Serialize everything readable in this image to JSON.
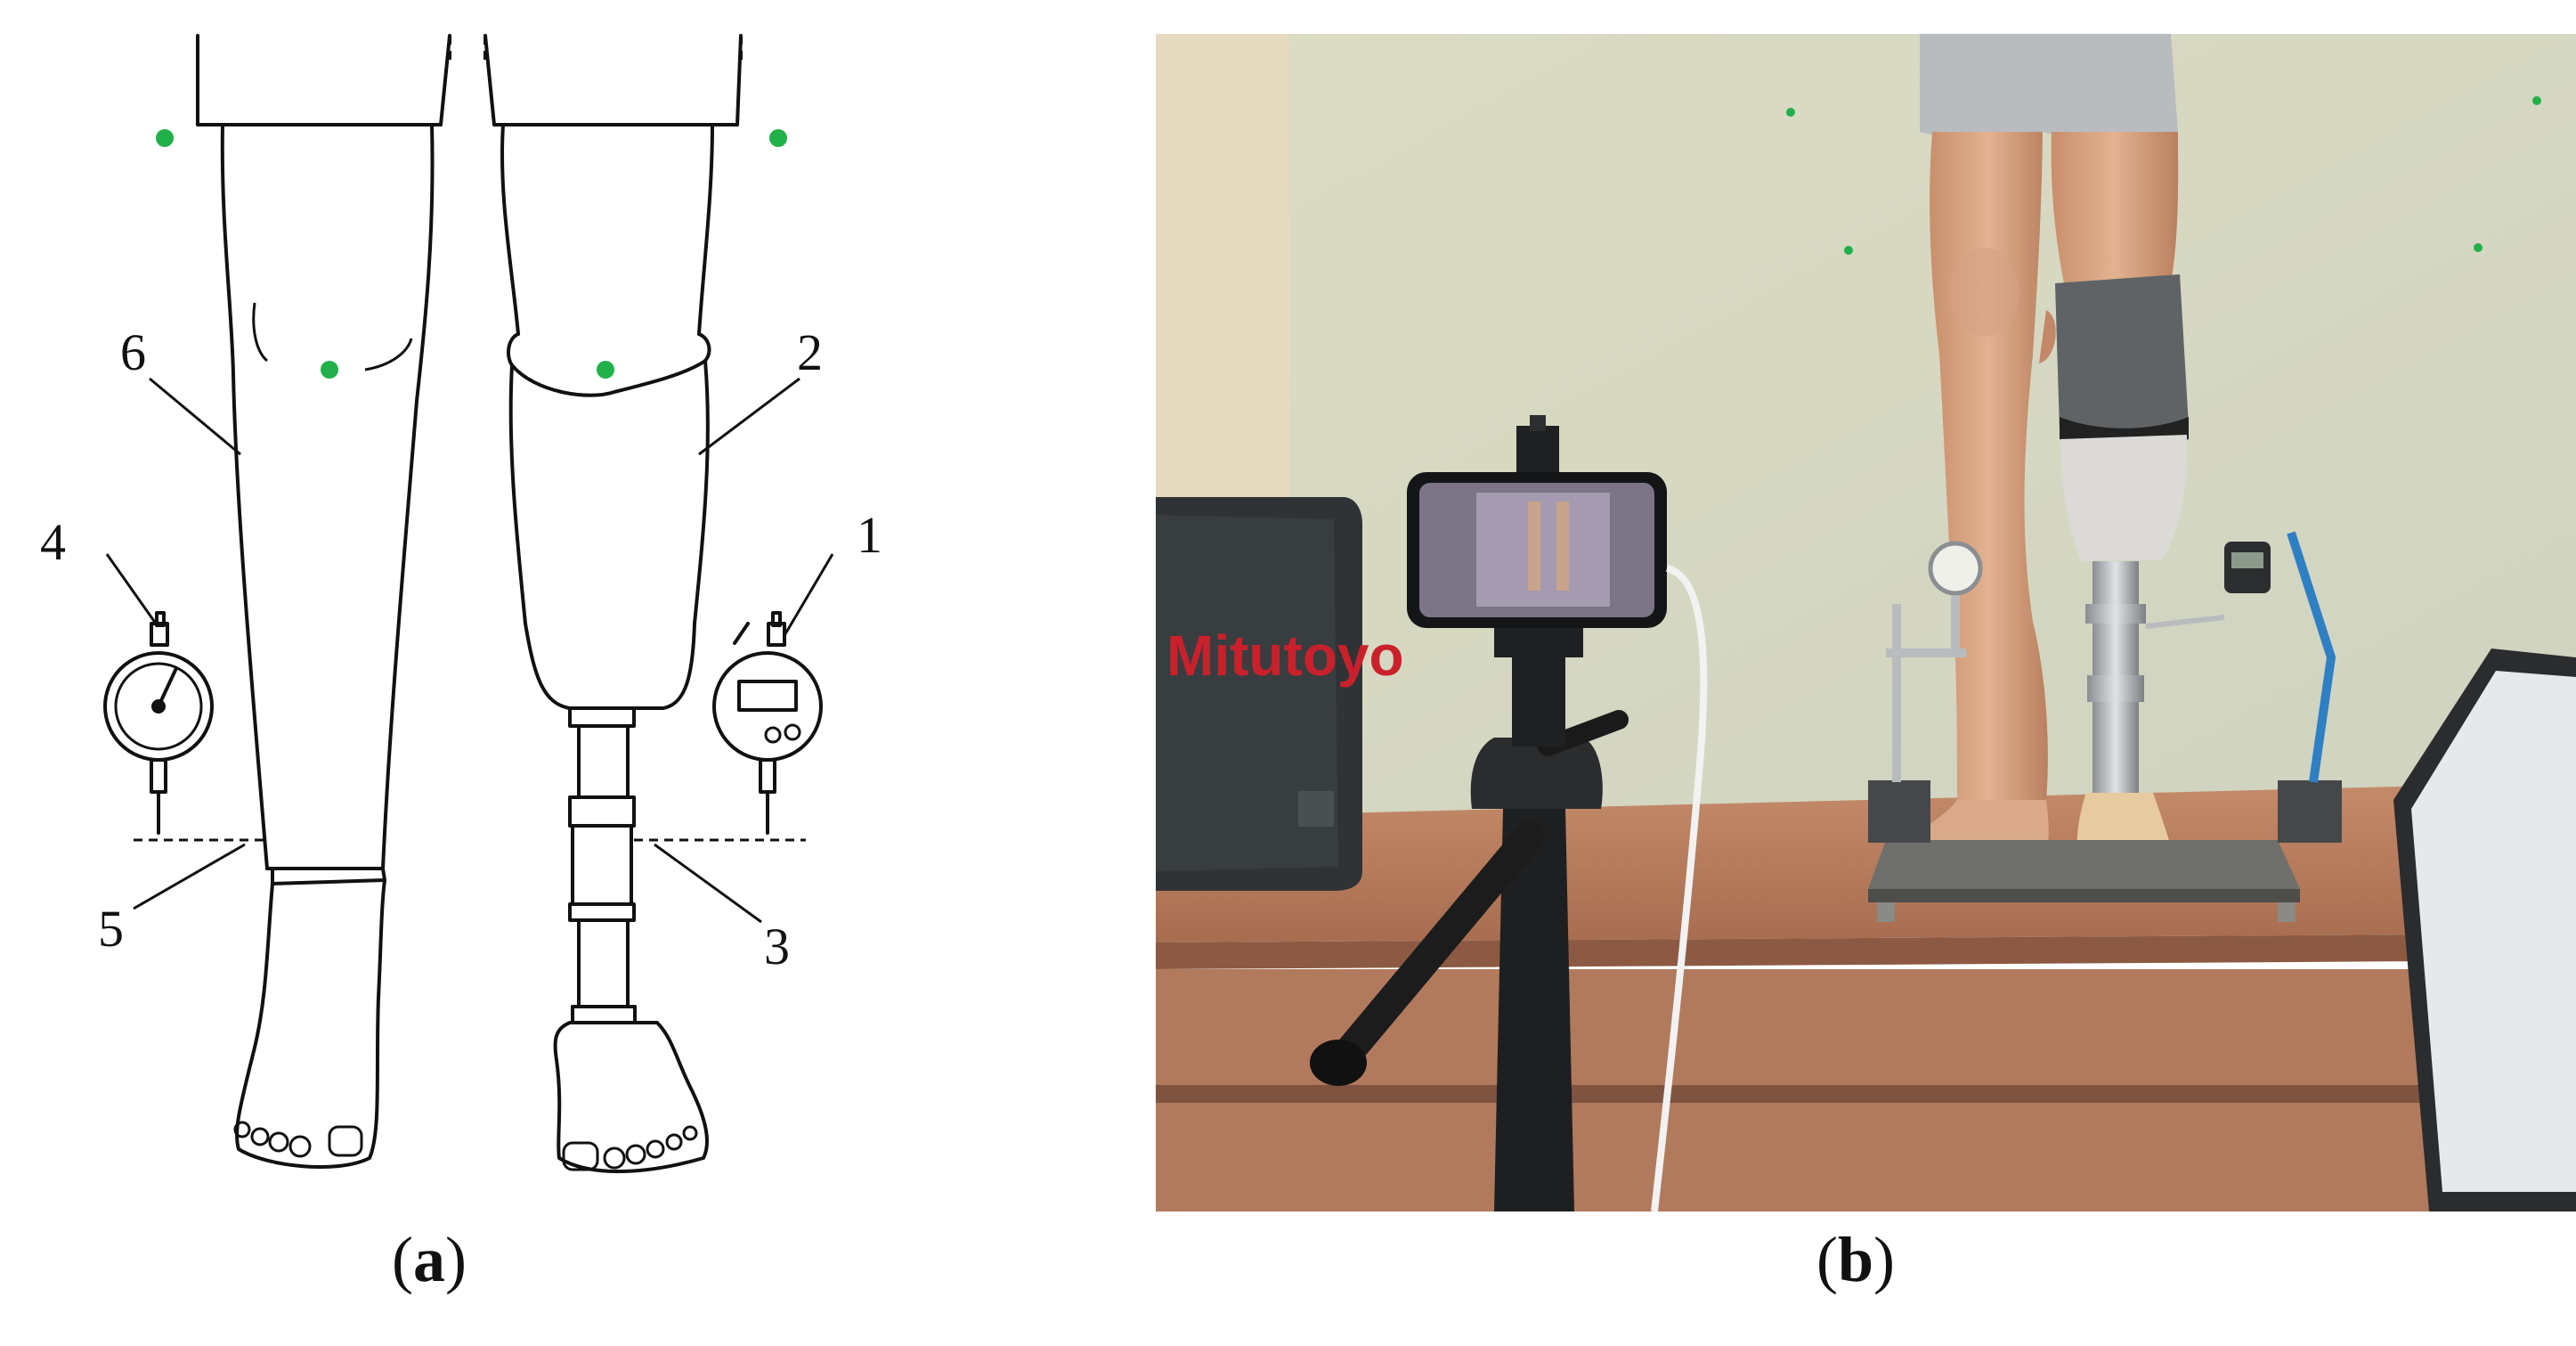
{
  "panel_a": {
    "caption": {
      "open": "(",
      "letter": "a",
      "close": ")"
    },
    "labels": [
      "1",
      "2",
      "3",
      "4",
      "5",
      "6"
    ],
    "marker_color": "#22b04b"
  },
  "panel_b": {
    "caption": {
      "open": "(",
      "letter": "b",
      "close": ")"
    },
    "logo_text": "Mitutoyo",
    "marker_color": "#22b04b"
  }
}
